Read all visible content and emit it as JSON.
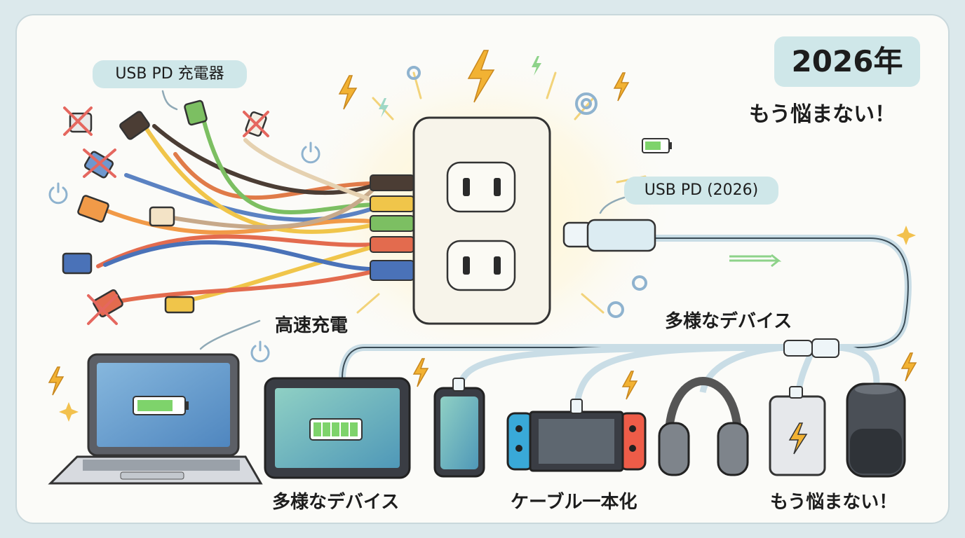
{
  "header": {
    "year_badge": "2026年",
    "slogan": "もう悩まない！"
  },
  "labels": {
    "usb_pd_charger": "USB PD 充電器",
    "usb_pd_2026": "USB PD (2026)",
    "fast_charging": "高速充電",
    "various_devices_mid": "多様なデバイス",
    "various_devices_bottom": "多様なデバイス",
    "one_cable": "ケーブル一本化",
    "no_worry_bottom": "もう悩まない！"
  },
  "devices": [
    "laptop",
    "tablet",
    "smartphone",
    "game-console",
    "headphones",
    "power-bank",
    "smart-speaker"
  ],
  "colors": {
    "background": "#dce9ec",
    "card": "#fbfbf8",
    "label_pill": "#cfe7e9",
    "cable_usb_pd": "#c9dde6",
    "lightning": "#f2b233",
    "battery_green": "#7ed36b",
    "cross_red": "#e5675f",
    "screen_blue": "#5f93c7"
  }
}
